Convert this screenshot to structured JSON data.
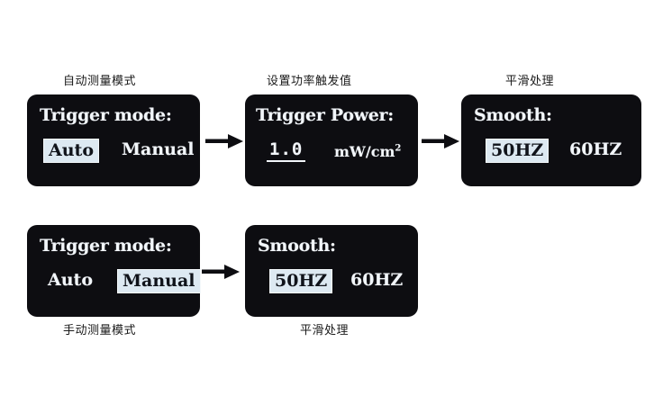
{
  "diagram": {
    "background_color": "#ffffff",
    "panel_color": "#0d0d11",
    "panel_text_color": "#f2f6fa",
    "highlight_color": "#dde9f2",
    "caption_color": "#1a1a1a"
  },
  "captions": {
    "auto_mode": "自动测量模式",
    "set_trigger_power": "设置功率触发值",
    "smooth_top": "平滑处理",
    "manual_mode": "手动测量模式",
    "smooth_bottom": "平滑处理"
  },
  "panels": {
    "trigger_mode_auto": {
      "title": "Trigger mode:",
      "options": [
        {
          "label": "Auto",
          "selected": true
        },
        {
          "label": "Manual",
          "selected": false
        }
      ]
    },
    "trigger_power": {
      "title": "Trigger Power:",
      "value": "1.0",
      "unit_text": "mW/cm",
      "unit_exponent": "2"
    },
    "smooth_top": {
      "title": "Smooth:",
      "options": [
        {
          "label": "50HZ",
          "selected": true
        },
        {
          "label": "60HZ",
          "selected": false
        }
      ]
    },
    "trigger_mode_manual": {
      "title": "Trigger mode:",
      "options": [
        {
          "label": "Auto",
          "selected": false
        },
        {
          "label": "Manual",
          "selected": true
        }
      ]
    },
    "smooth_bottom": {
      "title": "Smooth:",
      "options": [
        {
          "label": "50HZ",
          "selected": true
        },
        {
          "label": "60HZ",
          "selected": false
        }
      ]
    }
  },
  "arrows": {
    "arrow_1_label": "arrow-right",
    "arrow_2_label": "arrow-right",
    "arrow_3_label": "arrow-right"
  }
}
